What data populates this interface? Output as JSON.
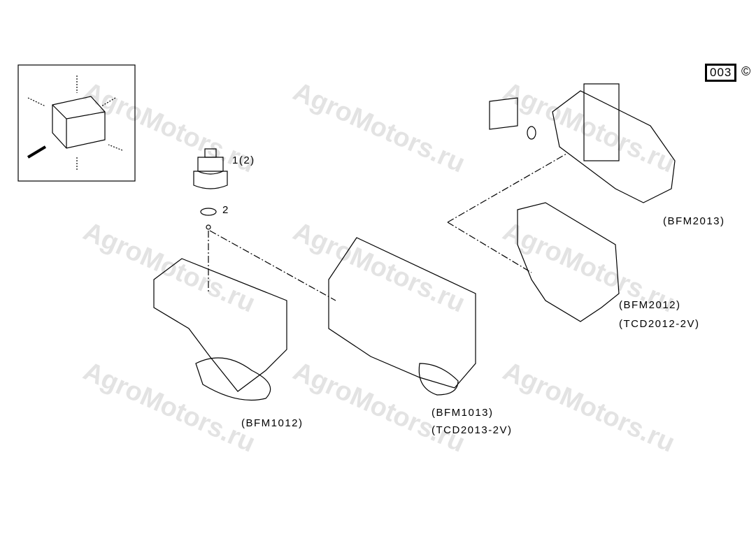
{
  "header": {
    "code": "003",
    "copyright": "©"
  },
  "watermark": "AgroMotors.ru",
  "callouts": {
    "part1": "1(2)",
    "part2": "2"
  },
  "labels": {
    "bfm2013": "(BFM2013)",
    "bfm2012": "(BFM2012)",
    "tcd2012": "(TCD2012-2V)",
    "bfm1012": "(BFM1012)",
    "bfm1013": "(BFM1013)",
    "tcd2013": "(TCD2013-2V)"
  }
}
